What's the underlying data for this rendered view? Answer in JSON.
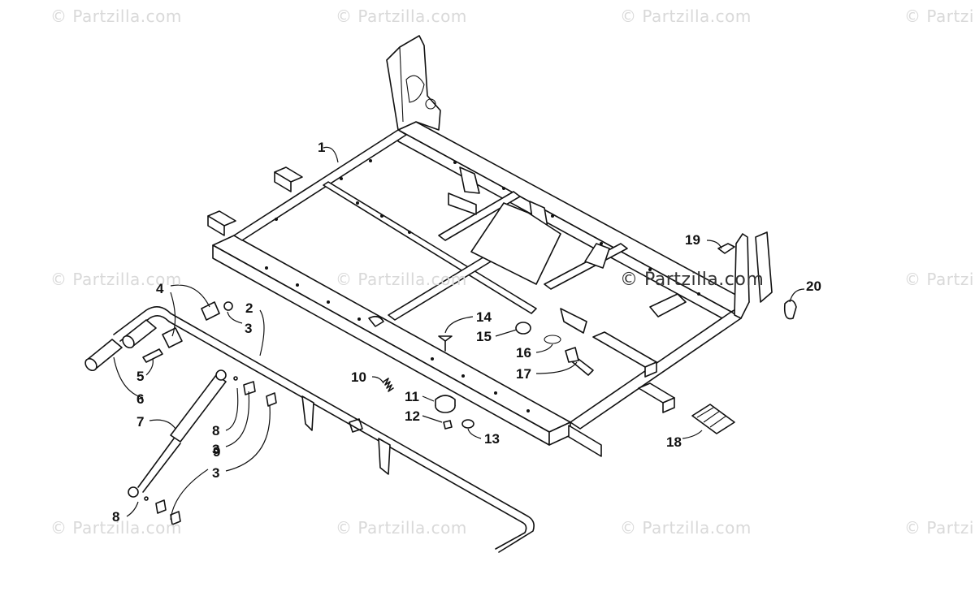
{
  "watermark": "© Partzilla.com",
  "colors": {
    "ink": "#111111",
    "watermark": "#d9d9d9",
    "watermark_strong": "#333333",
    "background": "#ffffff"
  },
  "callouts": [
    "1",
    "2",
    "3",
    "3",
    "3",
    "4",
    "5",
    "6",
    "7",
    "8",
    "8",
    "9",
    "10",
    "11",
    "12",
    "13",
    "14",
    "15",
    "16",
    "17",
    "18",
    "19",
    "20"
  ]
}
